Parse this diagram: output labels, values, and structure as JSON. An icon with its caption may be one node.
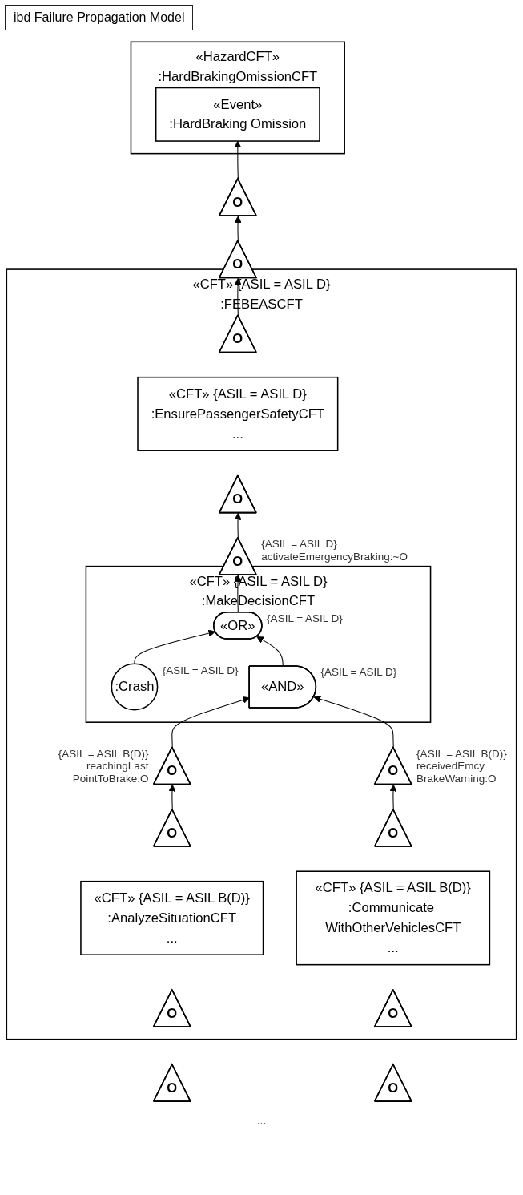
{
  "diagram": {
    "title": "ibd Failure Propagation Model",
    "nodes": [
      {
        "text": [
          "«HazardCFT»",
          ":HardBrakingOmissionCFT"
        ]
      },
      {
        "text": [
          "«Event»",
          ":HardBraking Omission"
        ],
        "in": 0
      },
      {
        "text": [
          "O"
        ]
      },
      {
        "text": [
          "«CFT» {ASIL = ASIL D}",
          ":FEBEASCFT"
        ]
      },
      {
        "text": [
          "O"
        ]
      },
      {
        "text": [
          "«CFT» {ASIL = ASIL D}",
          ":EnsurePassengerSafetyCFT",
          "..."
        ],
        "in": 3
      },
      {
        "text": [
          "O"
        ],
        "in": 3
      },
      {
        "text": [
          "O"
        ],
        "in": 3
      },
      {
        "text": [
          "«CFT» {ASIL = ASIL D}",
          ":MakeDecisionCFT"
        ],
        "in": 3
      },
      {
        "text": [
          "O"
        ],
        "in": 3,
        "beside": [
          "{ASIL = ASIL D} activateEmergencyBraking:~O"
        ]
      },
      {
        "text": [
          "«OR»"
        ],
        "in": 8,
        "beside": [
          "{ASIL = ASIL D}"
        ]
      },
      {
        "text": [
          ":Crash"
        ],
        "in": 8,
        "beside": [
          "{ASIL = ASIL D}"
        ]
      },
      {
        "text": [
          "«AND»"
        ],
        "in": 8,
        "beside": [
          "{ASIL = ASIL D}"
        ]
      },
      {
        "text": [
          "O"
        ],
        "in": 3,
        "beside": [
          "{ASIL = ASIL B(D)} reachingLast PointToBrake:O"
        ]
      },
      {
        "text": [
          "O"
        ],
        "in": 3,
        "beside": [
          "{ASIL = ASIL B(D)} receivedEmcy BrakeWarning:O"
        ]
      },
      {
        "text": [
          "«CFT» {ASIL = ASIL B(D)}",
          ":AnalyzeSituationCFT",
          "..."
        ],
        "in": 3
      },
      {
        "text": [
          "O"
        ],
        "in": 3
      },
      {
        "text": [
          "O"
        ],
        "in": 3
      },
      {
        "text": [
          "«CFT» {ASIL = ASIL B(D)}",
          ":Communicate WithOtherVehiclesCFT",
          "..."
        ],
        "in": 3
      },
      {
        "text": [
          "O"
        ],
        "in": 3
      },
      {
        "text": [
          "O"
        ],
        "in": 3
      },
      {
        "text": [
          "O"
        ]
      },
      {
        "text": [
          "O"
        ]
      }
    ],
    "edges": [
      {
        "from": 2,
        "to": 1,
        "arrow": "to"
      },
      {
        "from": 4,
        "to": 2,
        "arrow": "to"
      },
      {
        "from": 6,
        "to": 4,
        "arrow": "to"
      },
      {
        "from": 9,
        "to": 7,
        "arrow": "to"
      },
      {
        "from": 10,
        "to": 9,
        "arrow": "to"
      },
      {
        "from": 11,
        "to": 10,
        "arrow": "to"
      },
      {
        "from": 12,
        "to": 10,
        "arrow": "to"
      },
      {
        "from": 13,
        "to": 12,
        "arrow": "to"
      },
      {
        "from": 14,
        "to": 12,
        "arrow": "to"
      },
      {
        "from": 16,
        "to": 13,
        "arrow": "to"
      },
      {
        "from": 19,
        "to": 14,
        "arrow": "to"
      }
    ],
    "labels": [
      "..."
    ]
  }
}
